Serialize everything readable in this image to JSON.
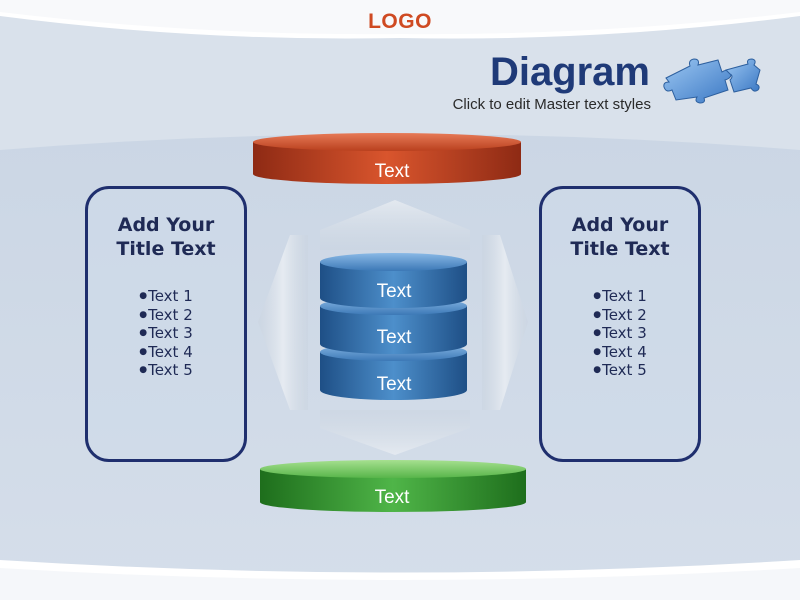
{
  "header": {
    "logo": "LOGO",
    "title": "Diagram",
    "subtitle": "Click to edit Master text styles",
    "puzzle_icon": "puzzle-pieces-icon"
  },
  "left_panel": {
    "title_line1": "Add Your",
    "title_line2": "Title Text",
    "items": [
      "Text 1",
      "Text 2",
      "Text 3",
      "Text 4",
      "Text 5"
    ]
  },
  "right_panel": {
    "title_line1": "Add Your",
    "title_line2": "Title Text",
    "items": [
      "Text 1",
      "Text 2",
      "Text 3",
      "Text 4",
      "Text 5"
    ]
  },
  "diagram": {
    "top_disc": "Text",
    "stack": [
      "Text",
      "Text",
      "Text"
    ],
    "bottom_disc": "Text"
  },
  "colors": {
    "accent_red": "#c0392b",
    "stack_blue": "#3f78b0",
    "bottom_green": "#3a9a36",
    "title_navy": "#1f3a78",
    "logo_orange": "#cf4a22"
  }
}
